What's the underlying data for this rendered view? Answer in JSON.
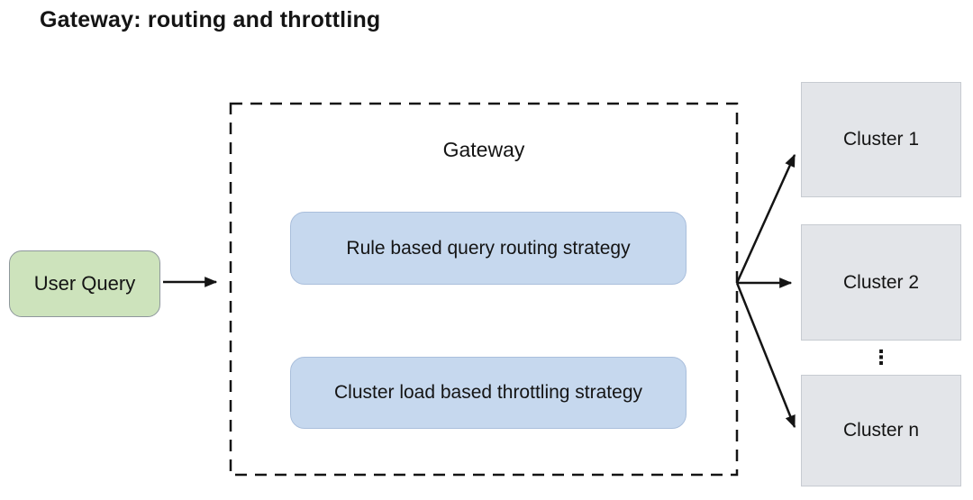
{
  "title": "Gateway: routing and throttling",
  "colors": {
    "user_query_fill": "#cde3bc",
    "user_query_border": "#8e979c",
    "strategy_fill": "#c6d8ee",
    "strategy_border": "#aabfdc",
    "cluster_fill": "#e3e5e9",
    "cluster_border": "#c7cbd1",
    "line": "#141414",
    "text": "#141414"
  },
  "nodes": {
    "user_query": {
      "label": "User Query"
    },
    "gateway": {
      "label": "Gateway",
      "strategies": [
        {
          "label": "Rule based query routing strategy"
        },
        {
          "label": "Cluster load based throttling strategy"
        }
      ]
    },
    "clusters": [
      {
        "label": "Cluster 1"
      },
      {
        "label": "Cluster 2"
      },
      {
        "label": "Cluster n"
      }
    ],
    "ellipsis": "⋮"
  }
}
